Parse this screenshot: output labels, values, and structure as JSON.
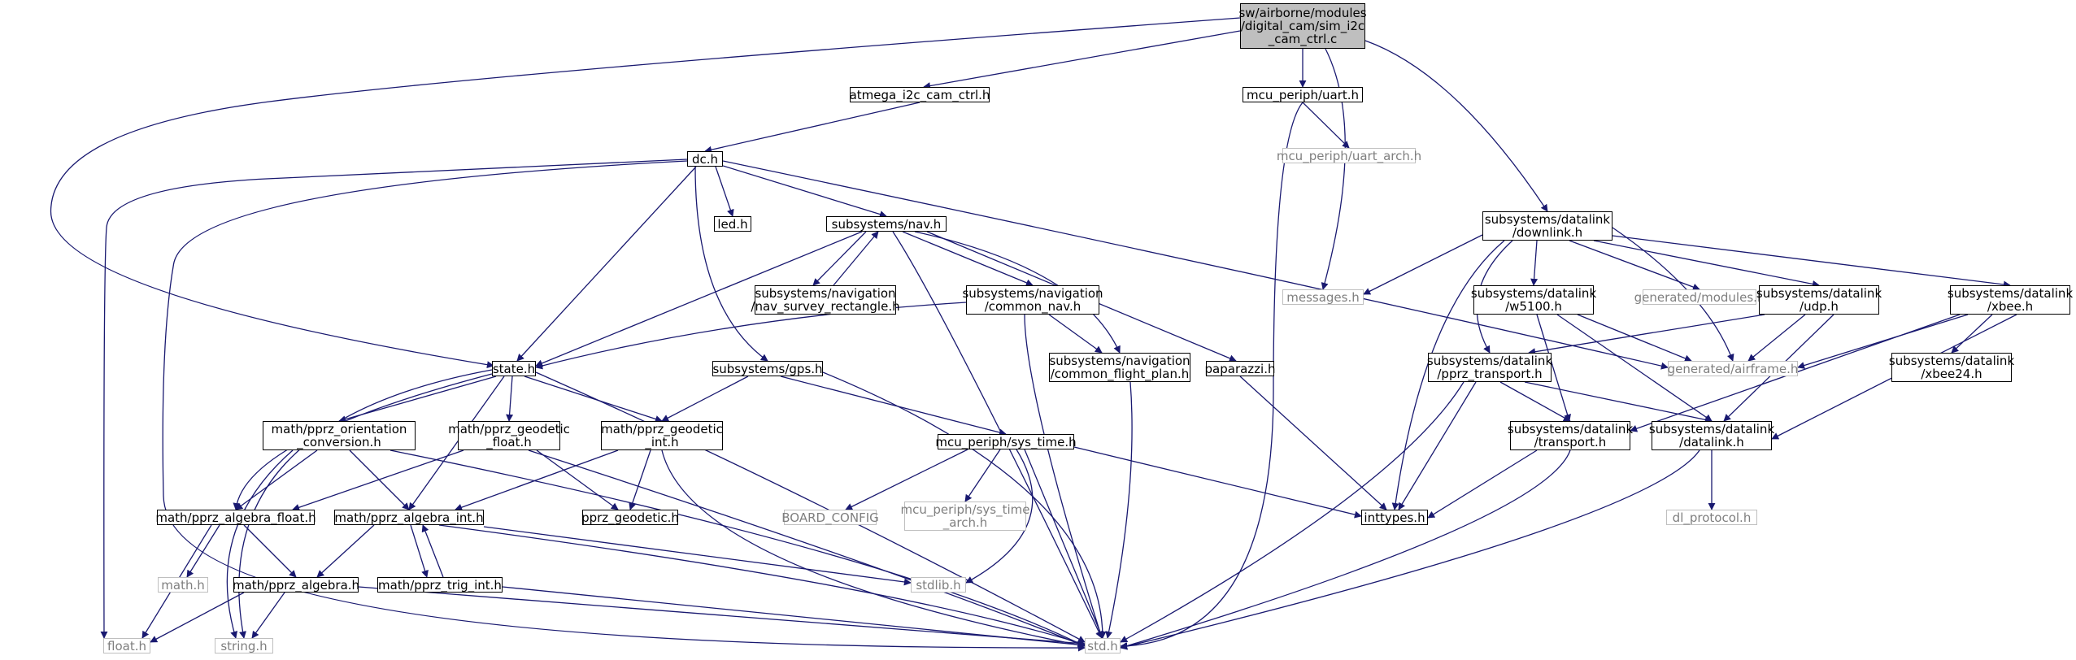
{
  "graph": {
    "root": "sw/airborne/modules/digital_cam/sim_i2c_cam_ctrl.c",
    "edge_color": "#191970",
    "root_fill": "#bfbfbf",
    "external_border": "#bfbfbf",
    "external_text": "#7f7f7f",
    "nodes": [
      {
        "id": "root",
        "lines": [
          "sw/airborne/modules",
          "/digital_cam/sim_i2c",
          "_cam_ctrl.c"
        ],
        "kind": "root"
      },
      {
        "id": "atmega",
        "lines": [
          "atmega_i2c_cam_ctrl.h"
        ],
        "kind": "file"
      },
      {
        "id": "uart",
        "lines": [
          "mcu_periph/uart.h"
        ],
        "kind": "file"
      },
      {
        "id": "uart_arch",
        "lines": [
          "mcu_periph/uart_arch.h"
        ],
        "kind": "external"
      },
      {
        "id": "dc",
        "lines": [
          "dc.h"
        ],
        "kind": "file"
      },
      {
        "id": "led",
        "lines": [
          "led.h"
        ],
        "kind": "file"
      },
      {
        "id": "nav",
        "lines": [
          "subsystems/nav.h"
        ],
        "kind": "file"
      },
      {
        "id": "navsurvey",
        "lines": [
          "subsystems/navigation",
          "/nav_survey_rectangle.h"
        ],
        "kind": "file"
      },
      {
        "id": "commonnav",
        "lines": [
          "subsystems/navigation",
          "/common_nav.h"
        ],
        "kind": "file"
      },
      {
        "id": "cfp",
        "lines": [
          "subsystems/navigation",
          "/common_flight_plan.h"
        ],
        "kind": "file"
      },
      {
        "id": "paparazzi",
        "lines": [
          "paparazzi.h"
        ],
        "kind": "file"
      },
      {
        "id": "messages",
        "lines": [
          "messages.h"
        ],
        "kind": "external"
      },
      {
        "id": "downlink",
        "lines": [
          "subsystems/datalink",
          "/downlink.h"
        ],
        "kind": "file"
      },
      {
        "id": "w5100",
        "lines": [
          "subsystems/datalink",
          "/w5100.h"
        ],
        "kind": "file"
      },
      {
        "id": "genmodules",
        "lines": [
          "generated/modules.h"
        ],
        "kind": "external"
      },
      {
        "id": "udp",
        "lines": [
          "subsystems/datalink",
          "/udp.h"
        ],
        "kind": "file"
      },
      {
        "id": "xbee",
        "lines": [
          "subsystems/datalink",
          "/xbee.h"
        ],
        "kind": "file"
      },
      {
        "id": "airframe",
        "lines": [
          "generated/airframe.h"
        ],
        "kind": "external"
      },
      {
        "id": "xbee24",
        "lines": [
          "subsystems/datalink",
          "/xbee24.h"
        ],
        "kind": "file"
      },
      {
        "id": "pprz_transport",
        "lines": [
          "subsystems/datalink",
          "/pprz_transport.h"
        ],
        "kind": "file"
      },
      {
        "id": "transport",
        "lines": [
          "subsystems/datalink",
          "/transport.h"
        ],
        "kind": "file"
      },
      {
        "id": "datalink",
        "lines": [
          "subsystems/datalink",
          "/datalink.h"
        ],
        "kind": "file"
      },
      {
        "id": "dl_protocol",
        "lines": [
          "dl_protocol.h"
        ],
        "kind": "external"
      },
      {
        "id": "inttypes",
        "lines": [
          "inttypes.h"
        ],
        "kind": "file"
      },
      {
        "id": "state",
        "lines": [
          "state.h"
        ],
        "kind": "file"
      },
      {
        "id": "gps",
        "lines": [
          "subsystems/gps.h"
        ],
        "kind": "file"
      },
      {
        "id": "orient",
        "lines": [
          "math/pprz_orientation",
          "_conversion.h"
        ],
        "kind": "file"
      },
      {
        "id": "geofloat",
        "lines": [
          "math/pprz_geodetic",
          "_float.h"
        ],
        "kind": "file"
      },
      {
        "id": "geoint",
        "lines": [
          "math/pprz_geodetic",
          "_int.h"
        ],
        "kind": "file"
      },
      {
        "id": "systime",
        "lines": [
          "mcu_periph/sys_time.h"
        ],
        "kind": "file"
      },
      {
        "id": "board",
        "lines": [
          "BOARD_CONFIG"
        ],
        "kind": "external"
      },
      {
        "id": "systimearch",
        "lines": [
          "mcu_periph/sys_time",
          "_arch.h"
        ],
        "kind": "external"
      },
      {
        "id": "algfloat",
        "lines": [
          "math/pprz_algebra_float.h"
        ],
        "kind": "file"
      },
      {
        "id": "algint",
        "lines": [
          "math/pprz_algebra_int.h"
        ],
        "kind": "file"
      },
      {
        "id": "geodetic",
        "lines": [
          "pprz_geodetic.h"
        ],
        "kind": "file"
      },
      {
        "id": "mathh",
        "lines": [
          "math.h"
        ],
        "kind": "external"
      },
      {
        "id": "alg",
        "lines": [
          "math/pprz_algebra.h"
        ],
        "kind": "file"
      },
      {
        "id": "trig",
        "lines": [
          "math/pprz_trig_int.h"
        ],
        "kind": "file"
      },
      {
        "id": "stdlib",
        "lines": [
          "stdlib.h"
        ],
        "kind": "external"
      },
      {
        "id": "floath",
        "lines": [
          "float.h"
        ],
        "kind": "external"
      },
      {
        "id": "stringh",
        "lines": [
          "string.h"
        ],
        "kind": "external"
      },
      {
        "id": "std",
        "lines": [
          "std.h"
        ],
        "kind": "external"
      }
    ]
  }
}
